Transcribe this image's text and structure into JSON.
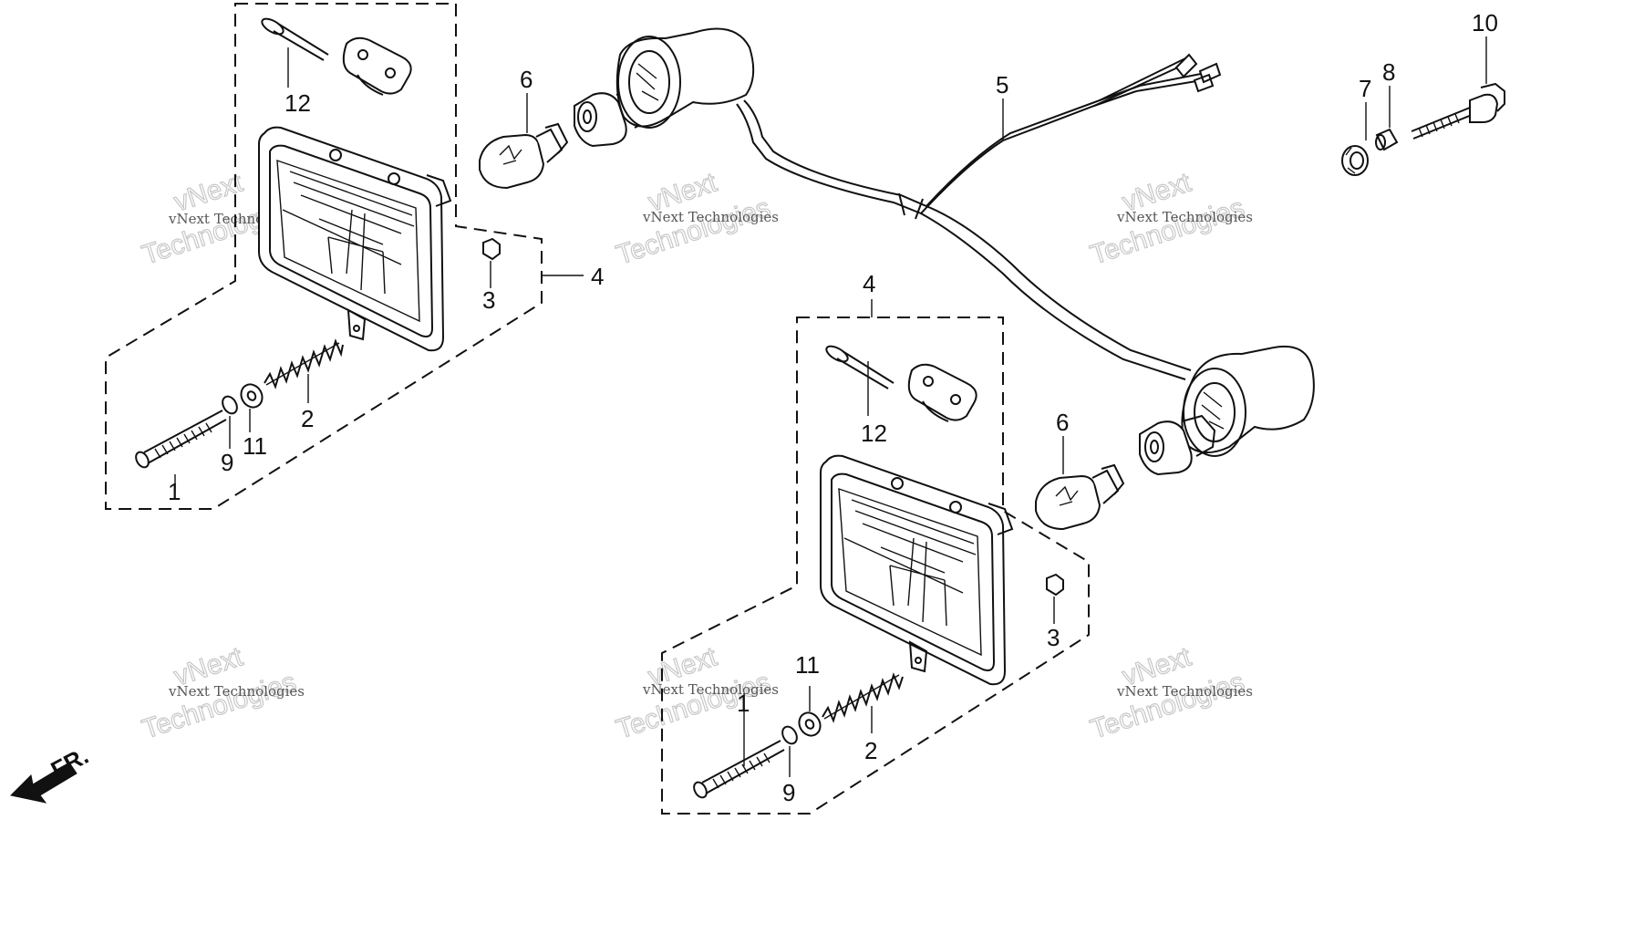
{
  "diagram": {
    "callouts": {
      "left_unit": {
        "p1": "1",
        "p2": "2",
        "p3": "3",
        "p4": "4",
        "p6": "6",
        "p9": "9",
        "p11": "11",
        "p12": "12"
      },
      "right_unit": {
        "p1": "1",
        "p2": "2",
        "p3": "3",
        "p4": "4",
        "p6": "6",
        "p9": "9",
        "p11": "11",
        "p12": "12"
      },
      "harness": {
        "p5": "5"
      },
      "hardware": {
        "p7": "7",
        "p8": "8",
        "p10": "10"
      }
    },
    "direction_label": "FR.",
    "watermark": {
      "line1": "vNext Technologies",
      "line2": "vNext",
      "line3": "Technologies"
    }
  }
}
